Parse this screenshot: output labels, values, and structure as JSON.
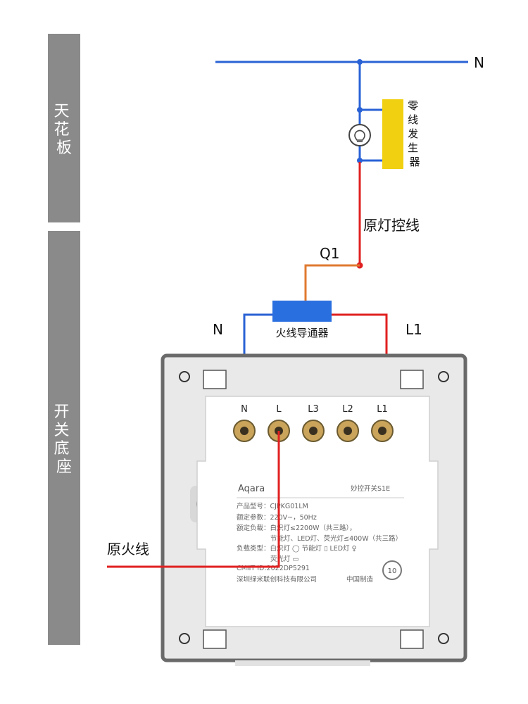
{
  "zones": {
    "ceiling": "天花板",
    "switch_box": "开关底座"
  },
  "wires": {
    "neutral_top": "N",
    "neutral_bottom": "N",
    "l1": "L1",
    "q1": "Q1",
    "original_control": "原灯控线",
    "original_live": "原火线"
  },
  "components": {
    "neutral_generator": "零线发生器",
    "live_conductor": "火线导通器"
  },
  "terminals": [
    "N",
    "L",
    "L3",
    "L2",
    "L1"
  ],
  "device": {
    "brand": "Aqara",
    "name": "妙控开关S1E",
    "model": "产品型号：CJPKG01LM",
    "rated": "额定参数：220V~，50Hz",
    "load1": "额定负载：白炽灯≤2200W（共三路），",
    "load2": "节能灯、LED灯、荧光灯≤400W（共三路）",
    "load_type": "负载类型：白炽灯 ◯ 节能灯 ▯ LED灯 ♀",
    "load_type2": "荧光灯 ▭",
    "cmiit": "CMIIT ID:2022DP5291",
    "maker": "深圳绿米联创科技有限公司",
    "made_in": "中国制造",
    "badge": "10"
  },
  "colors": {
    "neutral": "#2a62d6",
    "live": "#e02020",
    "control": "#e07a30",
    "generator": "#f0d010",
    "conductor": "#2a6fe0",
    "zone": "#8a8a8a"
  }
}
